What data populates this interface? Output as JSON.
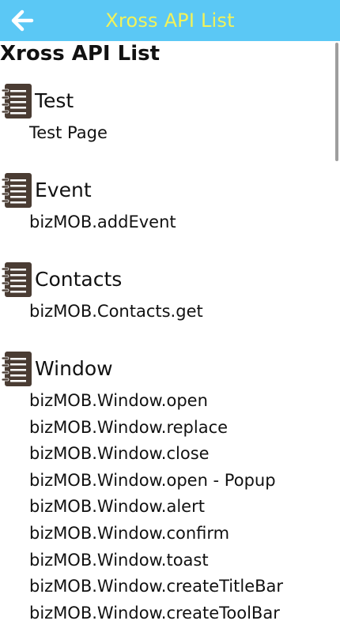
{
  "header": {
    "title": "Xross API List"
  },
  "page_title": "Xross API List",
  "sections": [
    {
      "label": "Test",
      "items": [
        "Test Page"
      ]
    },
    {
      "label": "Event",
      "items": [
        "bizMOB.addEvent"
      ]
    },
    {
      "label": "Contacts",
      "items": [
        "bizMOB.Contacts.get"
      ]
    },
    {
      "label": "Window",
      "items": [
        "bizMOB.Window.open",
        "bizMOB.Window.replace",
        "bizMOB.Window.close",
        "bizMOB.Window.open - Popup",
        "bizMOB.Window.alert",
        "bizMOB.Window.confirm",
        "bizMOB.Window.toast",
        "bizMOB.Window.createTitleBar",
        "bizMOB.Window.createToolBar"
      ]
    }
  ],
  "colors": {
    "titlebar_bg": "#5bc8f5",
    "title_text": "#f2f25a",
    "icon_brown": "#4a3c33"
  },
  "icons": {
    "back": "arrow-left-icon",
    "section": "notebook-icon"
  }
}
